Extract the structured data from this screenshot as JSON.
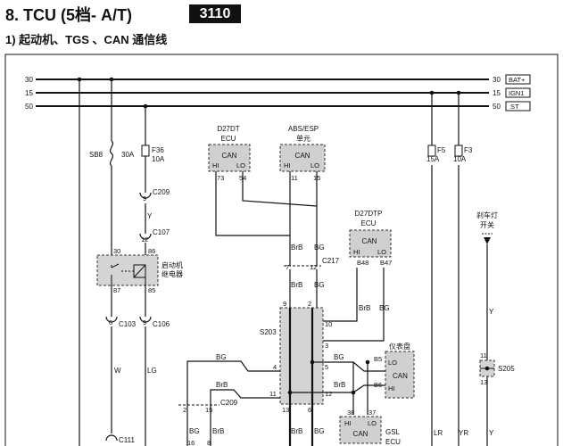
{
  "header": {
    "section": "8. TCU  (5档- A/T)",
    "code": "3110",
    "subtitle": "1)  起动机、TGS 、CAN  通信线"
  },
  "bus_lines": [
    {
      "left_number": "30",
      "right_number": "30",
      "tag": "BAT+"
    },
    {
      "left_number": "15",
      "right_number": "15",
      "tag": "IGN1"
    },
    {
      "left_number": "50",
      "right_number": "50",
      "tag": "ST"
    }
  ],
  "fuses": {
    "sb8": {
      "name": "SB8",
      "rating": "30A"
    },
    "f36": {
      "name": "F36",
      "rating": "10A"
    },
    "f5": {
      "name": "F5",
      "rating": "15A"
    },
    "f3": {
      "name": "F3",
      "rating": "10A"
    }
  },
  "connectors": {
    "c209_top": {
      "pin": "9",
      "name": "C209"
    },
    "c107": {
      "pin": "12",
      "name": "C107"
    },
    "c103": {
      "pin": "6",
      "name": "C103"
    },
    "c106": {
      "pin": "9",
      "name": "C106"
    },
    "c217": {
      "pin_left": "7",
      "pin_right": "12",
      "name": "C217"
    },
    "c209_bottom": {
      "pin_left": "2",
      "pin_right": "15",
      "name": "C209"
    },
    "c111": {
      "name": "C111"
    },
    "s203": {
      "name": "S203"
    },
    "s205": {
      "name": "S205",
      "pin_top": "11",
      "pin_bottom": "13"
    }
  },
  "relay": {
    "label_line1": "启动机",
    "label_line2": "继电器",
    "pins": {
      "tl": "30",
      "tr": "86",
      "bl": "87",
      "br": "85"
    }
  },
  "ecus": {
    "d27dt": {
      "title1": "D27DT",
      "title2": "ECU",
      "can": "CAN",
      "hi": "HI",
      "lo": "LO",
      "pin_hi": "73",
      "pin_lo": "54"
    },
    "abs": {
      "title1": "ABS/ESP",
      "title2": "单元",
      "can": "CAN",
      "hi": "HI",
      "lo": "LO",
      "pin_hi": "11",
      "pin_lo": "15"
    },
    "d27dtp": {
      "title1": "D27DTP",
      "title2": "ECU",
      "can": "CAN",
      "hi": "HI",
      "lo": "LO",
      "pin_hi": "B48",
      "pin_lo": "B47"
    },
    "cluster": {
      "title": "仪表盘",
      "can": "CAN",
      "lo": "LO",
      "hi": "HI",
      "pin_lo": "B5",
      "pin_hi": "B6"
    },
    "gsl": {
      "title1": "GSL",
      "title2": "ECU",
      "can": "CAN",
      "hi": "HI",
      "lo": "LO",
      "pin_hi": "38",
      "pin_lo": "37"
    }
  },
  "brake_switch": {
    "line1": "刹车灯",
    "line2": "开关"
  },
  "splice_pins": {
    "p9": "9",
    "p2": "2",
    "p10": "10",
    "p3": "3",
    "p4": "4",
    "p5": "5",
    "p11": "11",
    "p12": "12",
    "p13": "13",
    "p6": "6"
  },
  "wire_colors": {
    "y": "Y",
    "w": "W",
    "lg": "LG",
    "brb": "BrB",
    "bg": "BG",
    "lr": "LR",
    "yr": "YR"
  },
  "bottom_pins": {
    "p16": "16",
    "p8": "8"
  }
}
